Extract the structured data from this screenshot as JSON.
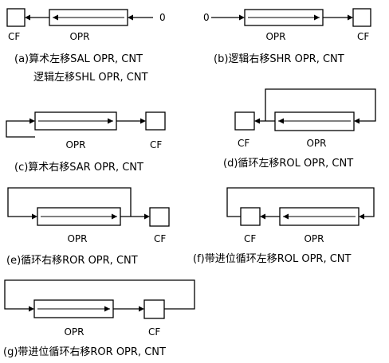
{
  "labels": {
    "cf": "CF",
    "opr": "OPR",
    "zero": "0"
  },
  "captions": {
    "a": "(a)算术左移SAL  OPR, CNT",
    "a2": "逻辑左移SHL  OPR, CNT",
    "b": "(b)逻辑右移SHR  OPR, CNT",
    "c": "(c)算术右移SAR  OPR, CNT",
    "d": "(d)循环左移ROL  OPR, CNT",
    "e": "(e)循环右移ROR  OPR, CNT",
    "f": "(f)带进位循环左移ROL  OPR, CNT",
    "g": "(g)带进位循环右移ROR  OPR, CNT"
  }
}
